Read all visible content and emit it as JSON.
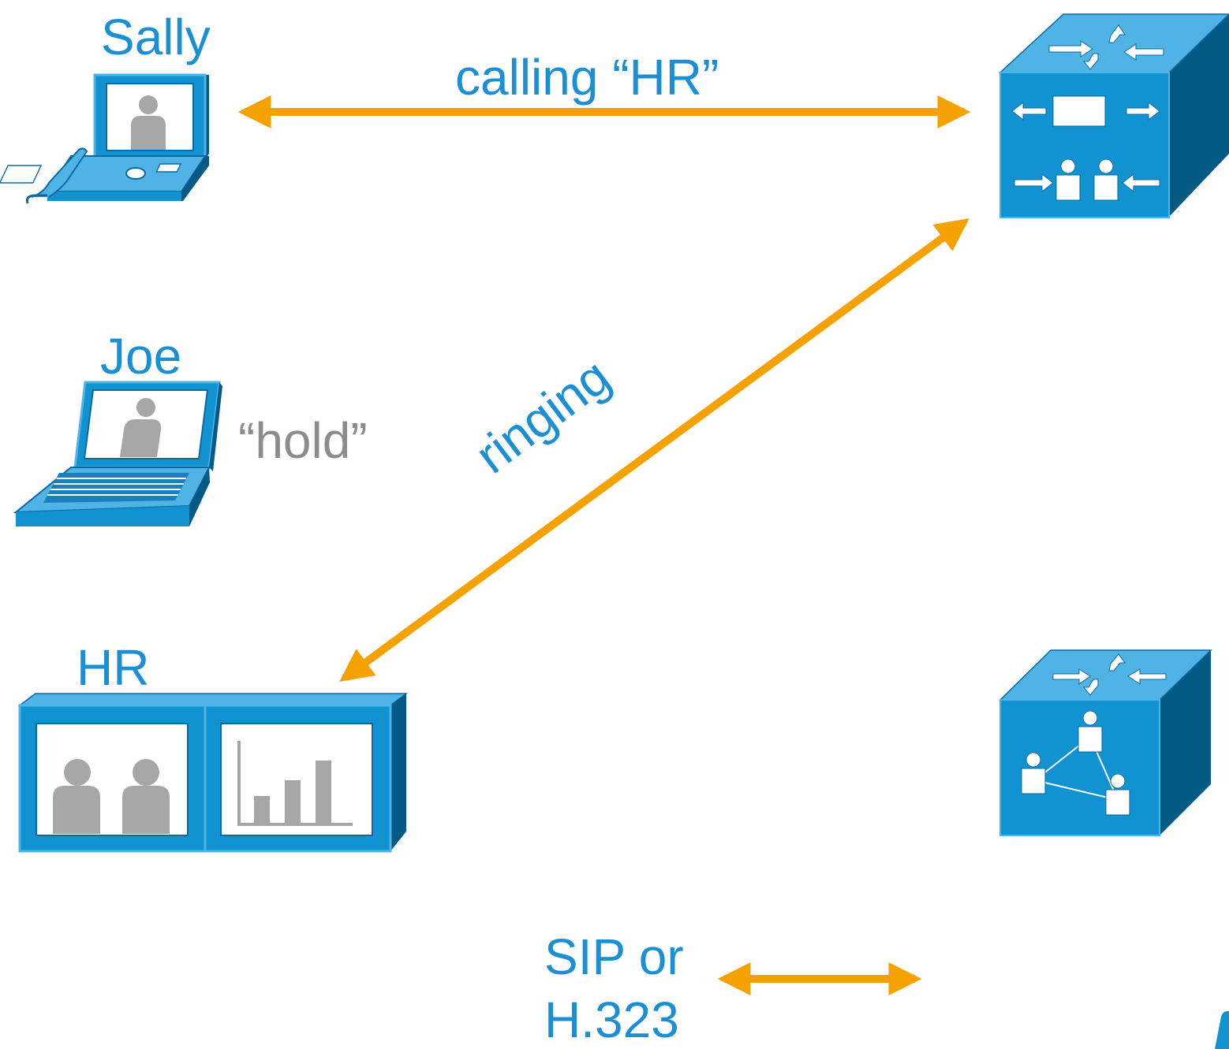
{
  "nodes": {
    "sally": {
      "label": "Sally",
      "icon": "video-phone-icon"
    },
    "joe": {
      "label": "Joe",
      "status": "“hold”",
      "icon": "laptop-icon"
    },
    "hr": {
      "label": "HR",
      "icon": "telepresence-display-icon"
    },
    "call_server": {
      "icon": "call-control-server-icon"
    },
    "conference_server": {
      "icon": "conference-server-icon"
    }
  },
  "connections": {
    "sally_to_server": {
      "label": "calling “HR”"
    },
    "hr_to_server": {
      "label": "ringing"
    }
  },
  "legend": {
    "line1": "SIP or",
    "line2": "H.323"
  },
  "colors": {
    "label_blue": "#1a8fd4",
    "arrow_orange": "#f5a200",
    "device_blue": "#1193d2",
    "device_light": "#4fb3e6",
    "device_dark": "#035a84",
    "hold_gray": "#8c8c8c"
  }
}
